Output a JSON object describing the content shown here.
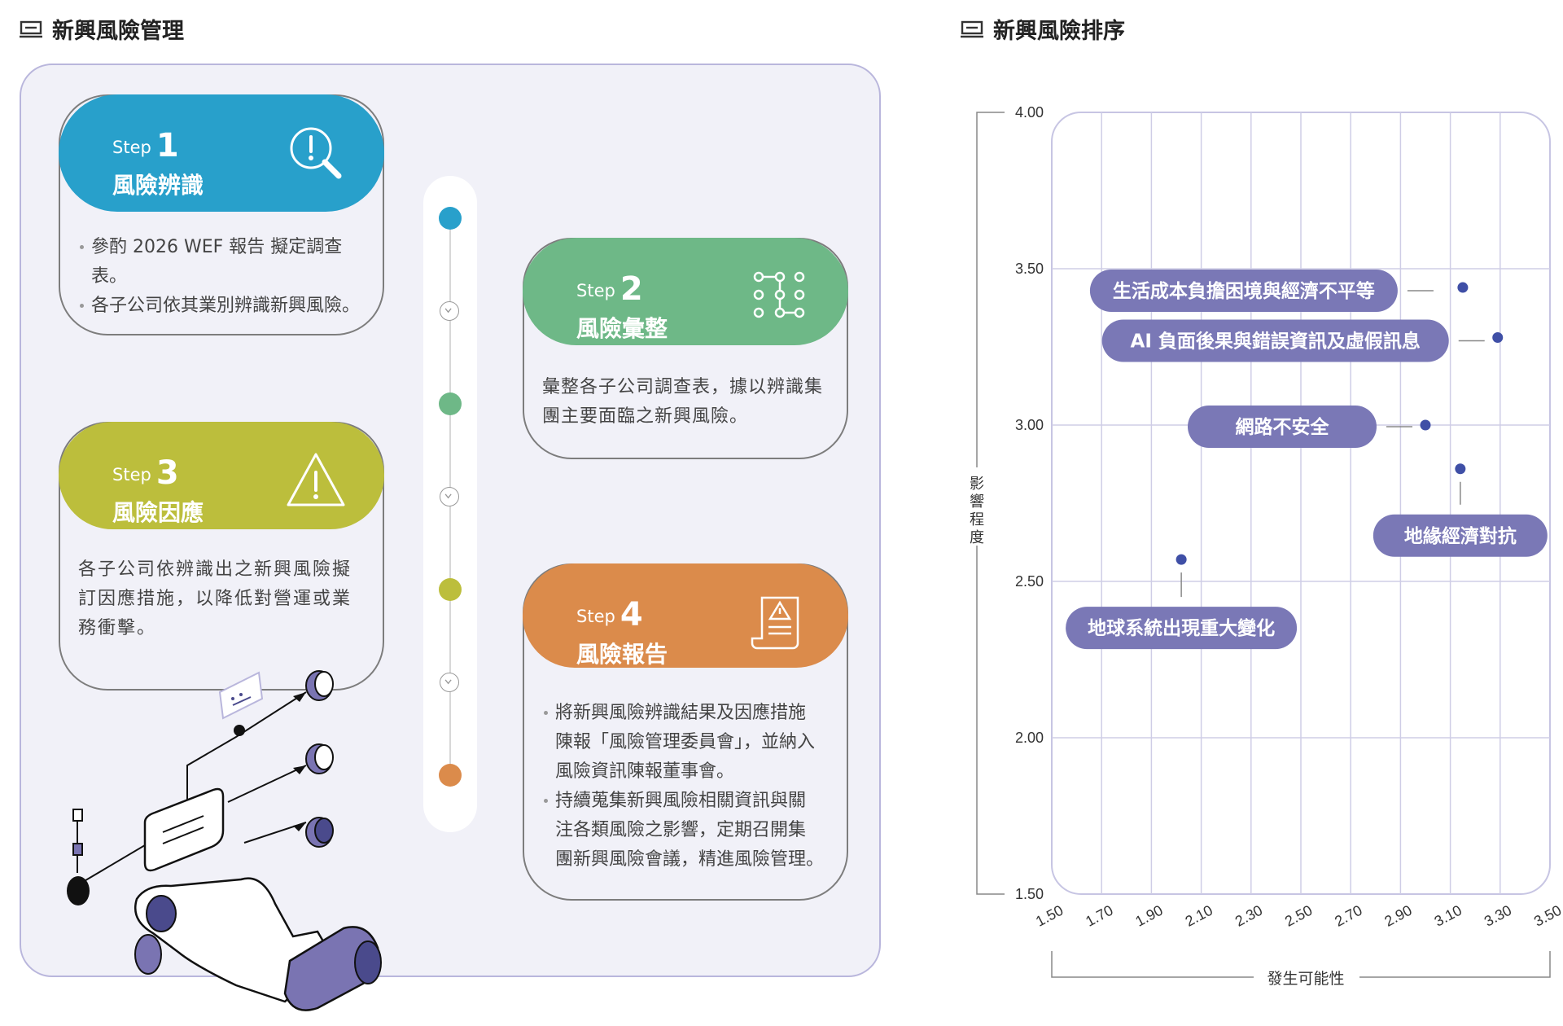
{
  "left_title": "新興風險管理",
  "right_title": "新興風險排序",
  "steps": [
    {
      "step_word": "Step",
      "num": "1",
      "title": "風險辨識",
      "color": "#28a0cb",
      "bullets": [
        "參酌 2026 WEF 報告 擬定調查表。",
        "各子公司依其業別辨識新興風險。"
      ]
    },
    {
      "step_word": "Step",
      "num": "2",
      "title": "風險彙整",
      "color": "#6eb887",
      "lines": [
        "彙整各子公司調查表，據以辨識集",
        "團主要面臨之新興風險。"
      ]
    },
    {
      "step_word": "Step",
      "num": "3",
      "title": "風險因應",
      "color": "#bcbe3c",
      "lines": [
        "各子公司依辨識出之新興風險擬",
        "訂因應措施，以降低對營運或業",
        "務衝擊。"
      ]
    },
    {
      "step_word": "Step",
      "num": "4",
      "title": "風險報告",
      "color": "#db8b4b",
      "bullets_lines": [
        [
          "將新興風險辨識結果及因應措施",
          "陳報「風險管理委員會」，並納入",
          "風險資訊陳報董事會。"
        ],
        [
          "持續蒐集新興風險相關資訊與關",
          "注各類風險之影響，定期召開集",
          "團新興風險會議，精進風險管理。"
        ]
      ]
    }
  ],
  "timeline_colors": [
    "#28a0cb",
    "#6eb887",
    "#bcbe3c",
    "#db8b4b"
  ],
  "colors": {
    "label_bg": "#7a78b6",
    "dot": "#3f4fa6",
    "grid": "#cfcde6",
    "axis_text": "#333333"
  },
  "chart_data": {
    "type": "scatter",
    "xlabel": "發生可能性",
    "ylabel": "影響程度",
    "xlim": [
      1.5,
      3.5
    ],
    "ylim": [
      1.5,
      4.0
    ],
    "x_ticks": [
      "1.50",
      "1.70",
      "1.90",
      "2.10",
      "2.30",
      "2.50",
      "2.70",
      "2.90",
      "3.10",
      "3.30",
      "3.50"
    ],
    "y_ticks": [
      "1.50",
      "2.00",
      "2.50",
      "3.00",
      "3.50",
      "4.00"
    ],
    "grid": true,
    "points": [
      {
        "label": "生活成本負擔困境與經濟不平等",
        "x": 3.15,
        "y": 3.44
      },
      {
        "label": "AI 負面後果與錯誤資訊及虛假訊息",
        "x": 3.29,
        "y": 3.28
      },
      {
        "label": "網路不安全",
        "x": 3.0,
        "y": 3.0
      },
      {
        "label": "地緣經濟對抗",
        "x": 3.14,
        "y": 2.86
      },
      {
        "label": "地球系統出現重大變化",
        "x": 2.02,
        "y": 2.57
      }
    ]
  }
}
